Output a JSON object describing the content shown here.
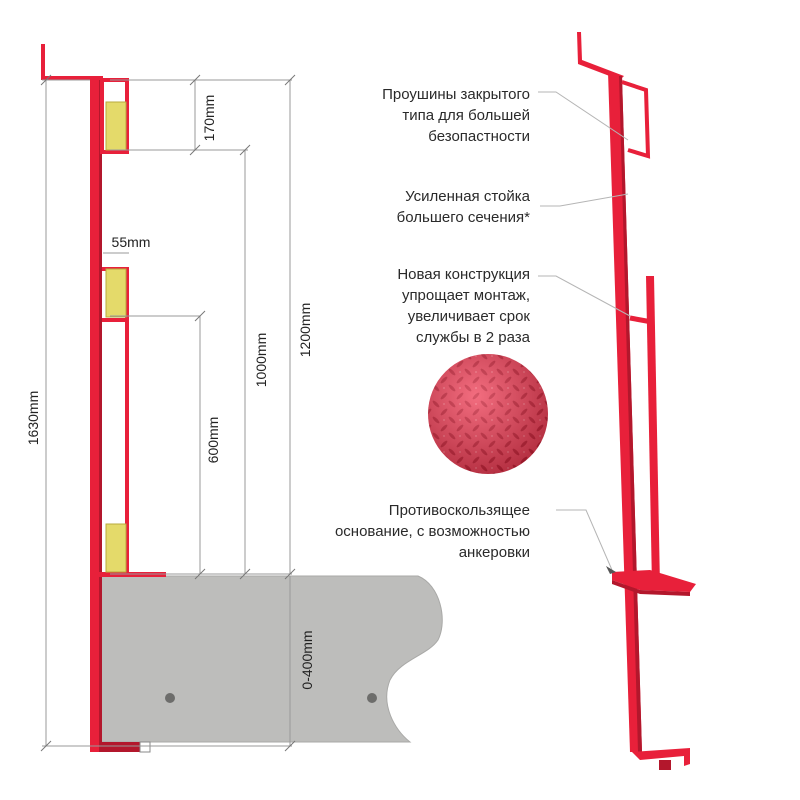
{
  "dimensions": {
    "top_rail_gap": "170mm",
    "rail_offset": "55mm",
    "middle_height": "600mm",
    "mid_rail_height": "1000mm",
    "top_rail_height": "1200mm",
    "total_height": "1630mm",
    "clamp_range": "0-400mm"
  },
  "callouts": [
    {
      "lines": [
        "Проушины закрытого",
        "типа для большей",
        "безопастности"
      ]
    },
    {
      "lines": [
        "Усиленная стойка",
        "большего сечения*"
      ]
    },
    {
      "lines": [
        "Новая конструкция",
        "упрощает монтаж,",
        "увеличивает срок",
        "службы в 2 раза"
      ]
    },
    {
      "lines": [
        "Противоскользящее",
        "основание, с возможностью",
        "анкеровки"
      ]
    }
  ],
  "colors": {
    "post": "#e8203a",
    "post_dark": "#b3172c",
    "wood": "#e4da6a",
    "concrete": "#bdbdbb",
    "dim_line": "#999999"
  }
}
